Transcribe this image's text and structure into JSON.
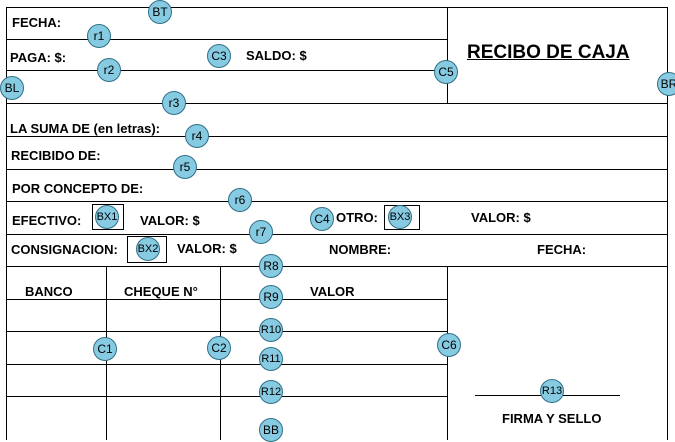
{
  "form": {
    "title": "RECIBO DE CAJA",
    "fecha_label": "FECHA:",
    "paga_label": "PAGA: $:",
    "saldo_label": "SALDO: $",
    "suma_label": "LA SUMA DE (en letras):",
    "recibido_label": "RECIBIDO DE:",
    "concepto_label": "POR CONCEPTO DE:",
    "efectivo_label": "EFECTIVO:",
    "valor_label_1": "VALOR: $",
    "otro_label": "OTRO:",
    "valor_label_3": "VALOR: $",
    "consignacion_label": "CONSIGNACION:",
    "valor_label_2": "VALOR: $",
    "nombre_label": "NOMBRE:",
    "fecha2_label": "FECHA:",
    "banco_header": "BANCO",
    "cheque_header": "CHEQUE N°",
    "valor_header": "VALOR",
    "firma_label": "FIRMA Y SELLO"
  },
  "markers": {
    "bt": "BT",
    "r1": "r1",
    "c3": "C3",
    "r2": "r2",
    "c5": "C5",
    "bl": "BL",
    "br": "BR",
    "r3": "r3",
    "r4": "r4",
    "r5": "r5",
    "r6": "r6",
    "bx1": "BX1",
    "c4": "C4",
    "bx3": "BX3",
    "r7": "r7",
    "bx2": "BX2",
    "r8": "R8",
    "r9": "R9",
    "r10": "R10",
    "c1": "C1",
    "c2": "C2",
    "r11": "R11",
    "c6": "C6",
    "r12": "R12",
    "r13": "R13",
    "bb": "BB"
  },
  "colors": {
    "marker_fill": "#87cbe3",
    "marker_border": "#2f6f88",
    "line": "#000000"
  }
}
